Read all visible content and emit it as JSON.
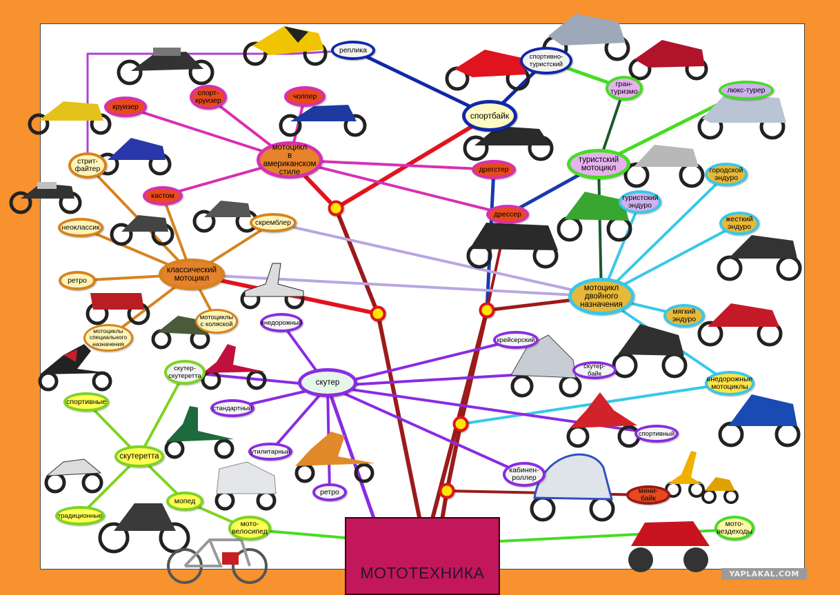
{
  "root_label": "МОТОТЕХНИКА",
  "watermark": "YAPLAKAL.COM",
  "nodes": {
    "sportbike": "спортбайк",
    "replica": "реплика",
    "sport_tourist": "спортивно-\nтуристский",
    "gran_turismo": "гран-\nтуризмо",
    "dragster": "дрегстер",
    "dresser": "дрессер",
    "tourist_moto": "туристский\nмотоцикл",
    "lux_tourer": "люкс-турер",
    "city_enduro": "городской\nэндуро",
    "tourist_enduro": "туристский\nэндуро",
    "hard_enduro": "жесткий\nэндуро",
    "dual_purpose": "мотоцикл\nдвойного\nназначения",
    "soft_enduro": "мягкий\nэндуро",
    "offroad_moto": "внедорожные\nмотоциклы",
    "american": "мотоцикл\nв американском\nстиле",
    "chopper": "чоппер",
    "sport_cruiser": "спорт-\nкруизер",
    "cruiser": "круизер",
    "custom": "кастом",
    "streetfighter": "стрит-\nфайтер",
    "classic": "классический\nмотоцикл",
    "neoclassic": "неоклассик",
    "scrambler": "скремблер",
    "retro_classic": "ретро",
    "special": "мотоциклы\nспециального\nназначения",
    "sidecar": "мотоциклы\nс коляской",
    "scooter": "скутер",
    "offroad_scooter": "внедорожный",
    "cruiser_scooter": "крейсерский",
    "scooter_bike": "скутер-байк",
    "standard": "стандартный",
    "utility": "утилитарный",
    "retro_scooter": "ретро",
    "sport_scooter": "спортивный",
    "cabin_roller": "кабинен-\nроллер",
    "mini_bike": "мини-байк",
    "scooter_scooterette": "скутер-\nскутеретта",
    "scooterette": "скутеретта",
    "sport_scooterette": "спортивные",
    "traditional": "традиционные",
    "moped": "мопед",
    "moto_bicycle": "мото-\nвелосипед",
    "atv": "мото-\nвездеходы"
  },
  "colors": {
    "background": "#f7922e",
    "root_fill": "#c2185b",
    "sport_line": "#e0141e",
    "sport_dark": "#9c1a1a",
    "replica_line": "#1028a8",
    "gt_line": "#44dd22",
    "dresser_line": "#1a3ab0",
    "american_line": "#d82fb4",
    "classic_line": "#d6831e",
    "scooter_line": "#8a2be2",
    "dual_line": "#38c8e8",
    "scrambler_line": "#b9a6e0",
    "scooterette_line": "#7ed321"
  },
  "icons": [
    "motorcycle-icon",
    "scooter-icon",
    "atv-icon",
    "moped-icon",
    "bicycle-icon"
  ]
}
